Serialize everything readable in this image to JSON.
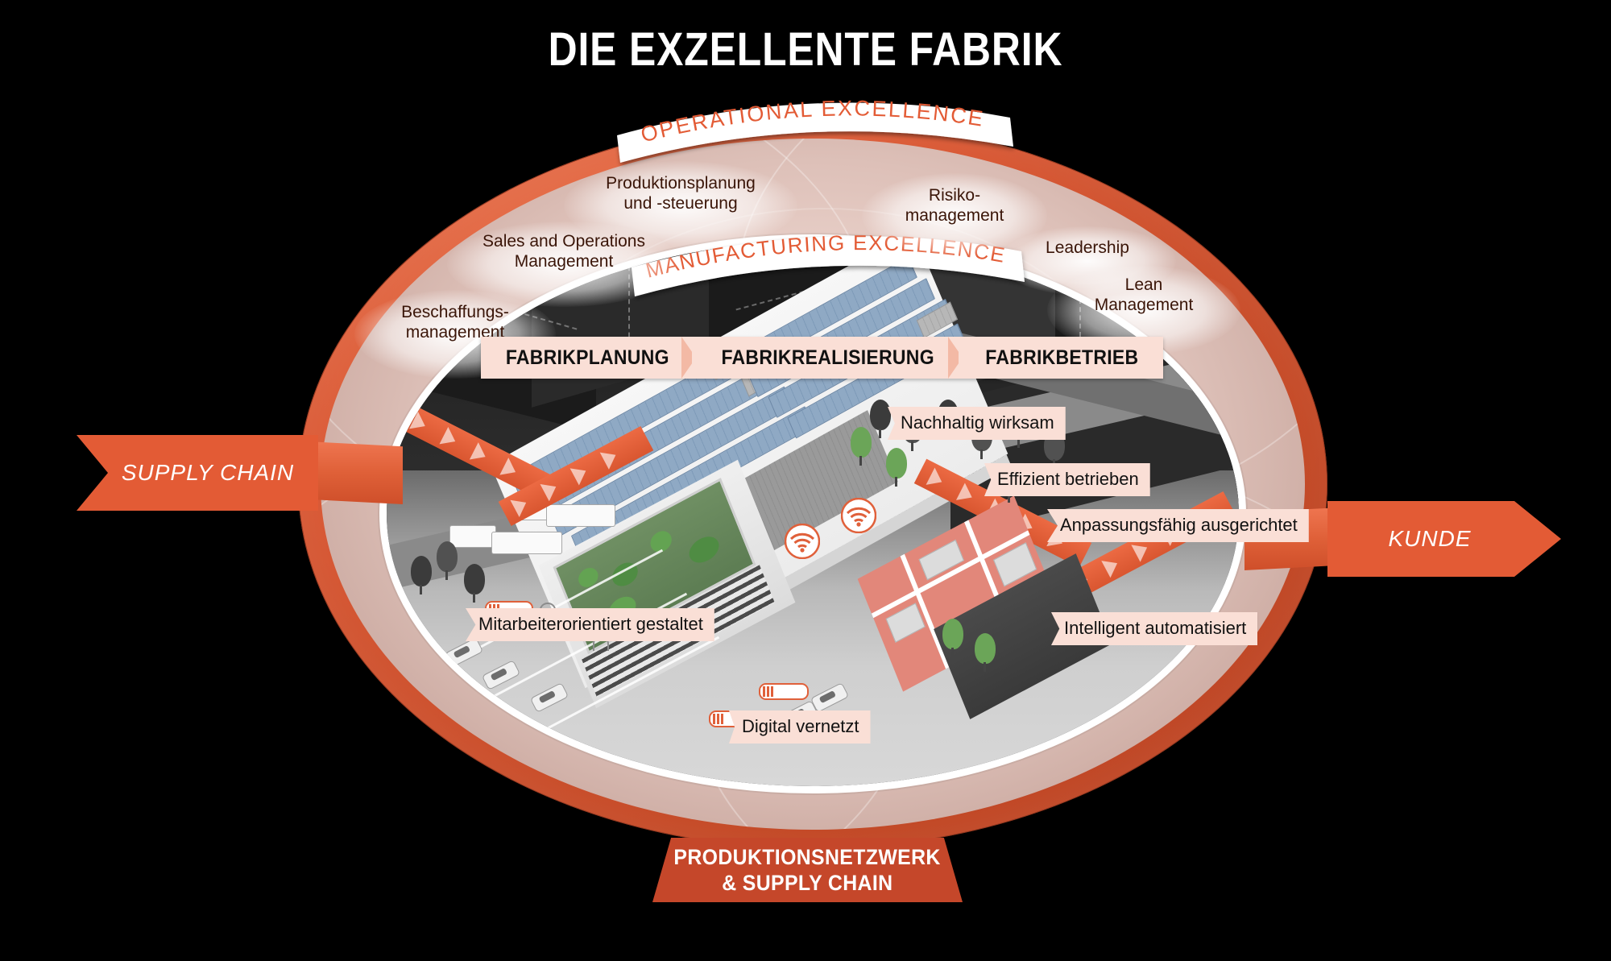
{
  "title": "DIE EXZELLENTE FABRIK",
  "ribbons": {
    "outer": "OPERATIONAL EXCELLENCE",
    "inner": "MANUFACTURING EXCELLENCE"
  },
  "ring_labels": [
    {
      "id": "produktionsplanung",
      "line1": "Produktionsplanung",
      "line2": "und -steuerung"
    },
    {
      "id": "risikomanagement",
      "line1": "Risiko-",
      "line2": "management"
    },
    {
      "id": "sales-operations",
      "line1": "Sales and Operations",
      "line2": "Management"
    },
    {
      "id": "leadership",
      "line1": "Leadership",
      "line2": ""
    },
    {
      "id": "beschaffung",
      "line1": "Beschaffungs-",
      "line2": "management"
    },
    {
      "id": "lean-management",
      "line1": "Lean",
      "line2": "Management"
    }
  ],
  "process_steps": [
    {
      "id": "fabrikplanung",
      "label": "FABRIKPLANUNG"
    },
    {
      "id": "fabrikrealisierung",
      "label": "FABRIKREALISIERUNG"
    },
    {
      "id": "fabrikbetrieb",
      "label": "FABRIKBETRIEB"
    }
  ],
  "callouts": [
    {
      "id": "nachhaltig",
      "line1": "Nachhaltig",
      "line2": "wirksam"
    },
    {
      "id": "effizient",
      "line1": "Effizient",
      "line2": "betrieben"
    },
    {
      "id": "anpassungsfaehig",
      "line1": "Anpassungsfähig",
      "line2": "ausgerichtet"
    },
    {
      "id": "intelligent",
      "line1": "Intelligent",
      "line2": "automatisiert"
    },
    {
      "id": "mitarbeiter",
      "line1": "Mitarbeiterorientiert",
      "line2": "gestaltet"
    },
    {
      "id": "digital",
      "line1": "Digital",
      "line2": "vernetzt"
    }
  ],
  "flow": {
    "input_label": "SUPPLY CHAIN",
    "output_label": "KUNDE"
  },
  "bottom_banner": {
    "line1": "PRODUKTIONSNETZWERK",
    "line2": "& SUPPLY CHAIN"
  },
  "colors": {
    "background": "#000000",
    "accent_orange": "#e35b35",
    "outer_ring": "#d8542f",
    "banner_red": "#c5472a",
    "callout_pink": "#fadfd6",
    "ring_text": "#3a1508",
    "ribbon_text": "#e35b35",
    "title_text": "#ffffff"
  }
}
